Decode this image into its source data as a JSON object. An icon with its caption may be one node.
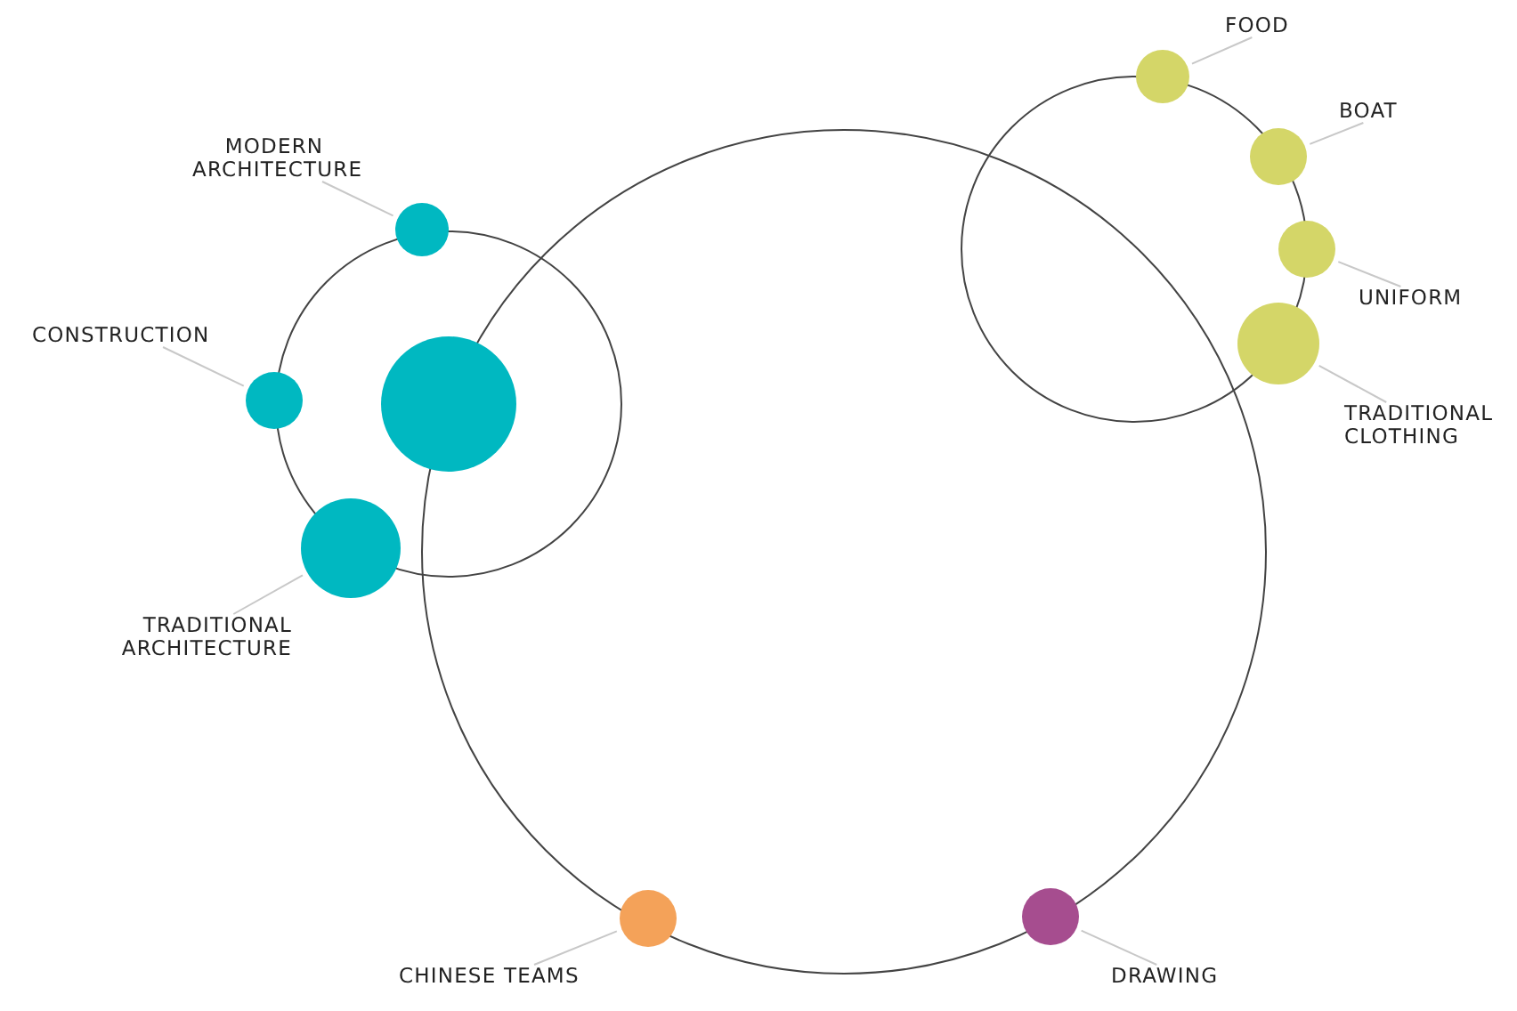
{
  "diagram": {
    "nodes": [
      {
        "text": [
          "MODERN ARCHITECTURE"
        ]
      },
      {
        "text": [],
        "shape": "circle"
      },
      {
        "text": [
          "CONSTRUCTION"
        ]
      },
      {
        "text": [],
        "shape": "circle"
      },
      {
        "text": [],
        "shape": "circle"
      },
      {
        "text": [],
        "shape": "circle"
      },
      {
        "text": [
          "TRADITIONAL ARCHITECTURE"
        ]
      },
      {
        "text": [
          "FOOD"
        ]
      },
      {
        "text": [],
        "shape": "circle"
      },
      {
        "text": [
          "BOAT"
        ]
      },
      {
        "text": [],
        "shape": "circle"
      },
      {
        "text": [],
        "shape": "circle"
      },
      {
        "text": [
          "UNIFORM"
        ]
      },
      {
        "text": [],
        "shape": "circle"
      },
      {
        "text": [
          "TRADITIONAL CLOTHING"
        ]
      },
      {
        "text": [],
        "shape": "circle"
      },
      {
        "text": [],
        "shape": "circle"
      },
      {
        "text": [
          "CHINESE TEAMS"
        ]
      },
      {
        "text": [
          "DRAWING"
        ]
      }
    ],
    "edges": [
      {
        "from": 0,
        "to": 1,
        "arrow": "none"
      },
      {
        "from": 2,
        "to": 3,
        "arrow": "none"
      },
      {
        "from": 6,
        "to": 5,
        "arrow": "none"
      },
      {
        "from": 7,
        "to": 8,
        "arrow": "none"
      },
      {
        "from": 9,
        "to": 10,
        "arrow": "none"
      },
      {
        "from": 12,
        "to": 11,
        "arrow": "none"
      },
      {
        "from": 14,
        "to": 13,
        "arrow": "none"
      },
      {
        "from": 17,
        "to": 15,
        "arrow": "none"
      },
      {
        "from": 18,
        "to": 16,
        "arrow": "none"
      }
    ]
  }
}
